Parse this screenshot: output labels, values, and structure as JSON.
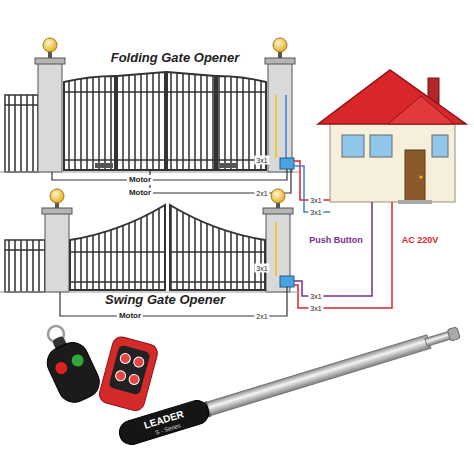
{
  "diagram": {
    "labels": [
      "Folding Gate Opener",
      "Motor",
      "Motor",
      "3x1",
      "2x1",
      "3x1",
      "3x1",
      "Push Button",
      "AC 220V",
      "Swing Gate Opener",
      "3x1",
      "2x1",
      "Motor",
      "3x1",
      "3x1",
      "LEADER",
      "S - Series"
    ]
  }
}
